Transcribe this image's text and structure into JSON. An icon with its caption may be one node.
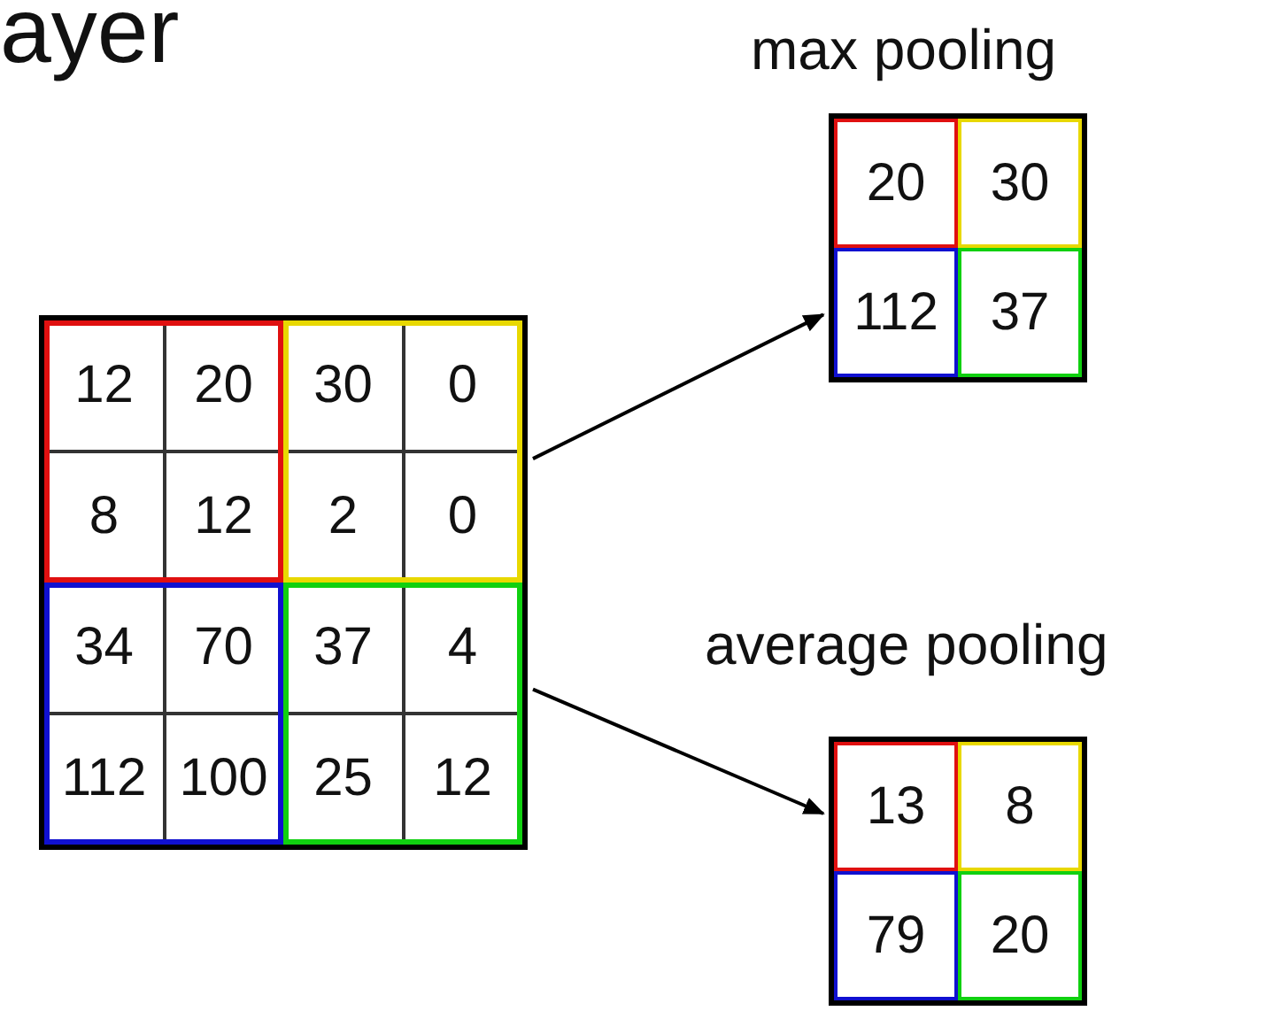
{
  "diagram": {
    "title": "ayer",
    "nodes": [
      {
        "text": [
          "12",
          "20",
          "30",
          "0",
          "8",
          "12",
          "2",
          "0",
          "34",
          "70",
          "37",
          "4",
          "112",
          "100",
          "25",
          "12"
        ]
      },
      {
        "text": [
          "max pooling",
          "20",
          "30",
          "112",
          "37"
        ]
      },
      {
        "text": [
          "average pooling",
          "13",
          "8",
          "79",
          "20"
        ]
      }
    ],
    "edges": [
      {
        "from": 0,
        "to": 1,
        "arrow": "to"
      },
      {
        "from": 0,
        "to": 2,
        "arrow": "to"
      }
    ]
  }
}
